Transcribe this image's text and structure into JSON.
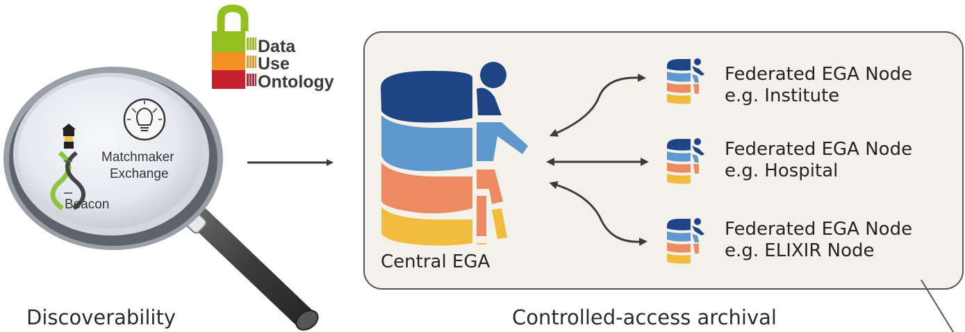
{
  "data_use_ontology": {
    "lines": [
      "Data",
      "Use",
      "Ontology"
    ],
    "colors": {
      "green": "#93c01f",
      "orange": "#f29222",
      "red": "#c8202f"
    }
  },
  "discovery": {
    "matchmaker": [
      "Matchmaker",
      "Exchange"
    ],
    "beacon": "Beacon",
    "caption": "Discoverability"
  },
  "archive": {
    "central_label": "Central EGA",
    "caption": "Controlled-access archival",
    "nodes": [
      {
        "title": "Federated EGA Node",
        "example": "e.g. Institute"
      },
      {
        "title": "Federated EGA Node",
        "example": "e.g. Hospital"
      },
      {
        "title": "Federated EGA Node",
        "example": "e.g. ELIXIR Node"
      }
    ],
    "colors": {
      "dark_blue": "#1d4585",
      "light_blue": "#5e98cd",
      "salmon": "#ec8a62",
      "yellow": "#f1bb3e",
      "panel": "#f4f1ea"
    }
  },
  "icons": [
    "lock-icon",
    "magnifier-icon",
    "lightbulb-icon",
    "lighthouse-icon",
    "database-person-icon",
    "arrow-icon"
  ]
}
